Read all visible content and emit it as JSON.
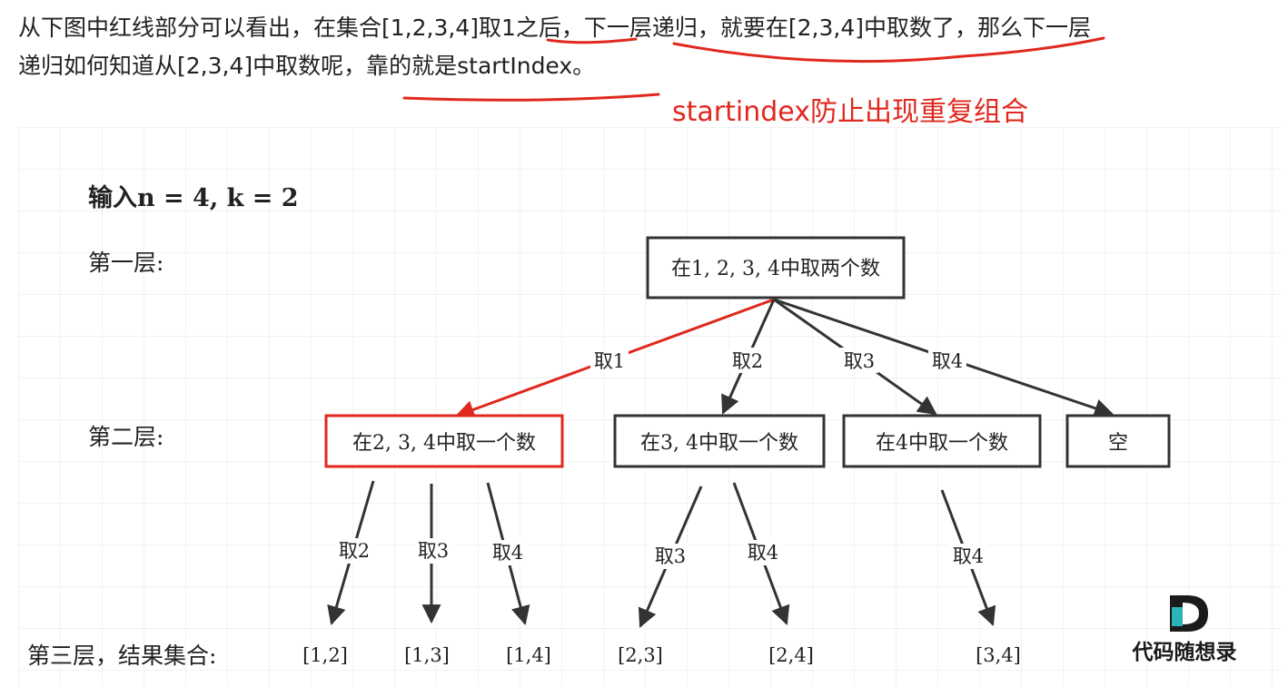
{
  "paragraph": {
    "line1": "从下图中红线部分可以看出，在集合[1,2,3,4]取1之后，下一层递归，就要在[2,3,4]中取数了，那么下一层",
    "line2": "递归如何知道从[2,3,4]中取数呢，靠的就是startIndex。"
  },
  "annotation": "startindex防止出现重复组合",
  "diagram": {
    "input_label": "输入n = 4, k = 2",
    "levels": [
      "第一层:",
      "第二层:",
      "第三层，结果集合:"
    ],
    "root": "在1, 2, 3, 4中取两个数",
    "level2": [
      "在2, 3, 4中取一个数",
      "在3, 4中取一个数",
      "在4中取一个数",
      "空"
    ],
    "edges1": [
      "取1",
      "取2",
      "取3",
      "取4"
    ],
    "edges2": [
      "取2",
      "取3",
      "取4",
      "取3",
      "取4",
      "取4"
    ],
    "results": [
      "[1,2]",
      "[1,3]",
      "[1,4]",
      "[2,3]",
      "[2,4]",
      "[3,4]"
    ],
    "watermark": "代码随想录"
  },
  "colors": {
    "highlight": "#e0281e",
    "line": "#333333"
  }
}
